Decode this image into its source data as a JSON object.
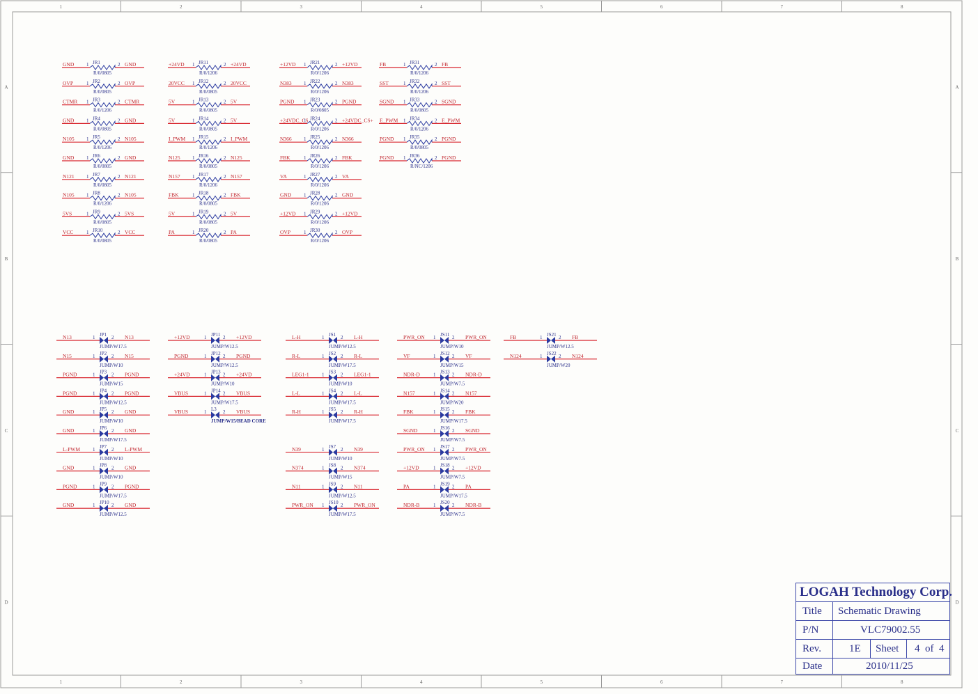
{
  "border_numbers": [
    "1",
    "2",
    "3",
    "4",
    "5",
    "6",
    "7",
    "8"
  ],
  "border_letters": [
    "A",
    "B",
    "C",
    "D"
  ],
  "resistor_columns": [
    [
      {
        "left": "GND",
        "ref": "JR1",
        "val": "R/0/0805",
        "right": "GND"
      },
      {
        "left": "OVP",
        "ref": "JR2",
        "val": "R/0/0805",
        "right": "OVP"
      },
      {
        "left": "CTMR",
        "ref": "JR3",
        "val": "R/0/1206",
        "right": "CTMR"
      },
      {
        "left": "GND",
        "ref": "JR4",
        "val": "R/0/0805",
        "right": "GND"
      },
      {
        "left": "N105",
        "ref": "JR5",
        "val": "R/0/1206",
        "right": "N105"
      },
      {
        "left": "GND",
        "ref": "JR6",
        "val": "R/0/0805",
        "right": "GND"
      },
      {
        "left": "N121",
        "ref": "JR7",
        "val": "R/0/0805",
        "right": "N121"
      },
      {
        "left": "N105",
        "ref": "JR8",
        "val": "R/0/1206",
        "right": "N105"
      },
      {
        "left": "5VS",
        "ref": "JR9",
        "val": "R/0/0805",
        "right": "5VS"
      },
      {
        "left": "VCC",
        "ref": "JR10",
        "val": "R/0/0805",
        "right": "VCC"
      }
    ],
    [
      {
        "left": "+24VD",
        "ref": "JR11",
        "val": "R/0/1206",
        "right": "+24VD"
      },
      {
        "left": "20VCC",
        "ref": "JR12",
        "val": "R/0/0805",
        "right": "20VCC"
      },
      {
        "left": "5V",
        "ref": "JR13",
        "val": "R/0/0805",
        "right": "5V"
      },
      {
        "left": "5V",
        "ref": "JR14",
        "val": "R/0/0805",
        "right": "5V"
      },
      {
        "left": "I_PWM",
        "ref": "JR15",
        "val": "R/0/1206",
        "right": "I_PWM"
      },
      {
        "left": "N125",
        "ref": "JR16",
        "val": "R/0/0805",
        "right": "N125"
      },
      {
        "left": "N157",
        "ref": "JR17",
        "val": "R/0/1206",
        "right": "N157"
      },
      {
        "left": "FBK",
        "ref": "JR18",
        "val": "R/0/0805",
        "right": "FBK"
      },
      {
        "left": "5V",
        "ref": "JR19",
        "val": "R/0/0805",
        "right": "5V"
      },
      {
        "left": "PA",
        "ref": "JR20",
        "val": "R/0/0805",
        "right": "PA"
      }
    ],
    [
      {
        "left": "+12VD",
        "ref": "JR21",
        "val": "R/0/1206",
        "right": "+12VD"
      },
      {
        "left": "N383",
        "ref": "JR22",
        "val": "R/0/1206",
        "right": "N383"
      },
      {
        "left": "PGND",
        "ref": "JR23",
        "val": "R/0/0805",
        "right": "PGND"
      },
      {
        "left": "+24VDC_CS",
        "ref": "JR24",
        "val": "R/0/1206",
        "right": "+24VDC_CS+"
      },
      {
        "left": "N366",
        "ref": "JR25",
        "val": "R/0/1206",
        "right": "N366"
      },
      {
        "left": "FBK",
        "ref": "JR26",
        "val": "R/0/1206",
        "right": "FBK"
      },
      {
        "left": "VA",
        "ref": "JR27",
        "val": "R/0/1206",
        "right": "VA"
      },
      {
        "left": "GND",
        "ref": "JR28",
        "val": "R/0/1206",
        "right": "GND"
      },
      {
        "left": "+12VD",
        "ref": "JR29",
        "val": "R/0/1206",
        "right": "+12VD"
      },
      {
        "left": "OVP",
        "ref": "JR30",
        "val": "R/0/1206",
        "right": "OVP"
      }
    ],
    [
      {
        "left": "FB",
        "ref": "JR31",
        "val": "R/0/1206",
        "right": "FB"
      },
      {
        "left": "SST",
        "ref": "JR32",
        "val": "R/0/1206",
        "right": "SST"
      },
      {
        "left": "SGND",
        "ref": "JR33",
        "val": "R/0/0805",
        "right": "SGND"
      },
      {
        "left": "E_PWM",
        "ref": "JR34",
        "val": "R/0/1206",
        "right": "E_PWM"
      },
      {
        "left": "PGND",
        "ref": "JR35",
        "val": "R/0/0805",
        "right": "PGND"
      },
      {
        "left": "PGND",
        "ref": "JR36",
        "val": "R/NC/1206",
        "right": "PGND"
      }
    ]
  ],
  "jumper_columns": [
    [
      {
        "left": "N13",
        "ref": "JP1",
        "val": "JUMP/W17.5",
        "right": "N13"
      },
      {
        "left": "N15",
        "ref": "JP2",
        "val": "JUMP/W10",
        "right": "N15"
      },
      {
        "left": "PGND",
        "ref": "JP3",
        "val": "JUMP/W15",
        "right": "PGND"
      },
      {
        "left": "PGND",
        "ref": "JP4",
        "val": "JUMP/W12.5",
        "right": "PGND"
      },
      {
        "left": "GND",
        "ref": "JP5",
        "val": "JUMP/W10",
        "right": "GND"
      },
      {
        "left": "GND",
        "ref": "JP6",
        "val": "JUMP/W17.5",
        "right": "GND"
      },
      {
        "left": "L-PWM",
        "ref": "JP7",
        "val": "JUMP/W10",
        "right": "L-PWM"
      },
      {
        "left": "GND",
        "ref": "JP8",
        "val": "JUMP/W10",
        "right": "GND"
      },
      {
        "left": "PGND",
        "ref": "JP9",
        "val": "JUMP/W17.5",
        "right": "PGND"
      },
      {
        "left": "GND",
        "ref": "JP10",
        "val": "JUMP/W12.5",
        "right": "GND"
      }
    ],
    [
      {
        "left": "+12VD",
        "ref": "JP11",
        "val": "JUMP/W12.5",
        "right": "+12VD"
      },
      {
        "left": "PGND",
        "ref": "JP12",
        "val": "JUMP/W12.5",
        "right": "PGND"
      },
      {
        "left": "+24VD",
        "ref": "JP13",
        "val": "JUMP/W10",
        "right": "+24VD"
      },
      {
        "left": "VBUS",
        "ref": "JP14",
        "val": "JUMP/W17.5",
        "right": "VBUS"
      },
      {
        "left": "VBUS",
        "ref": "L3",
        "val": "JUMP/W15/BEAD CORE",
        "right": "VBUS",
        "bold": true
      }
    ],
    [
      {
        "left": "L-H",
        "ref": "JS1",
        "val": "JUMP/W12.5",
        "right": "L-H"
      },
      {
        "left": "R-L",
        "ref": "JS2",
        "val": "JUMP/W17.5",
        "right": "R-L"
      },
      {
        "left": "LEG1-1",
        "ref": "JS3",
        "val": "JUMP/W10",
        "right": "LEG1-1"
      },
      {
        "left": "L-L",
        "ref": "JS4",
        "val": "JUMP/W17.5",
        "right": "L-L"
      },
      {
        "left": "R-H",
        "ref": "JS5",
        "val": "JUMP/W17.5",
        "right": "R-H"
      },
      null,
      {
        "left": "N39",
        "ref": "JS7",
        "val": "JUMP/W10",
        "right": "N39"
      },
      {
        "left": "N374",
        "ref": "JS8",
        "val": "JUMP/W15",
        "right": "N374"
      },
      {
        "left": "N11",
        "ref": "JS9",
        "val": "JUMP/W12.5",
        "right": "N11"
      },
      {
        "left": "PWR_ON",
        "ref": "JS10",
        "val": "JUMP/W17.5",
        "right": "PWR_ON"
      }
    ],
    [
      {
        "left": "PWR_ON",
        "ref": "JS11",
        "val": "JUMP/W10",
        "right": "PWR_ON"
      },
      {
        "left": "VF",
        "ref": "JS12",
        "val": "JUMP/W15",
        "right": "VF"
      },
      {
        "left": "NDR-D",
        "ref": "JS13",
        "val": "JUMP/W7.5",
        "right": "NDR-D"
      },
      {
        "left": "N157",
        "ref": "JS14",
        "val": "JUMP/W20",
        "right": "N157"
      },
      {
        "left": "FBK",
        "ref": "JS15",
        "val": "JUMP/W17.5",
        "right": "FBK"
      },
      {
        "left": "SGND",
        "ref": "JS16",
        "val": "JUMP/W7.5",
        "right": "SGND"
      },
      {
        "left": "PWR_ON",
        "ref": "JS17",
        "val": "JUMP/W7.5",
        "right": "PWR_ON"
      },
      {
        "left": "+12VD",
        "ref": "JS18",
        "val": "JUMP/W7.5",
        "right": "+12VD"
      },
      {
        "left": "PA",
        "ref": "JS19",
        "val": "JUMP/W17.5",
        "right": "PA"
      },
      {
        "left": "NDR-B",
        "ref": "JS20",
        "val": "JUMP/W7.5",
        "right": "NDR-B"
      }
    ],
    [
      {
        "left": "FB",
        "ref": "JS21",
        "val": "JUMP/W12.5",
        "right": "FB"
      },
      {
        "left": "N124",
        "ref": "JS22",
        "val": "JUMP/W20",
        "right": "N124"
      }
    ]
  ],
  "pin_labels": {
    "pin1": "1",
    "pin2": "2"
  },
  "title_block": {
    "company": "LOGAH Technology Corp.",
    "title_label": "Title",
    "title_value": "Schematic Drawing",
    "pn_label": "P/N",
    "pn_value": "VLC79002.55",
    "rev_label": "Rev.",
    "rev_value": "1E",
    "sheet_label": "Sheet",
    "sheet_value": "4  of  4",
    "date_label": "Date",
    "date_value": "2010/11/25"
  },
  "colors": {
    "wire": "#d8242c",
    "symbol": "#2b3aa0",
    "text_red": "#c0242c",
    "text_blue": "#2a2f8a",
    "frame": "#9a9a9a"
  }
}
